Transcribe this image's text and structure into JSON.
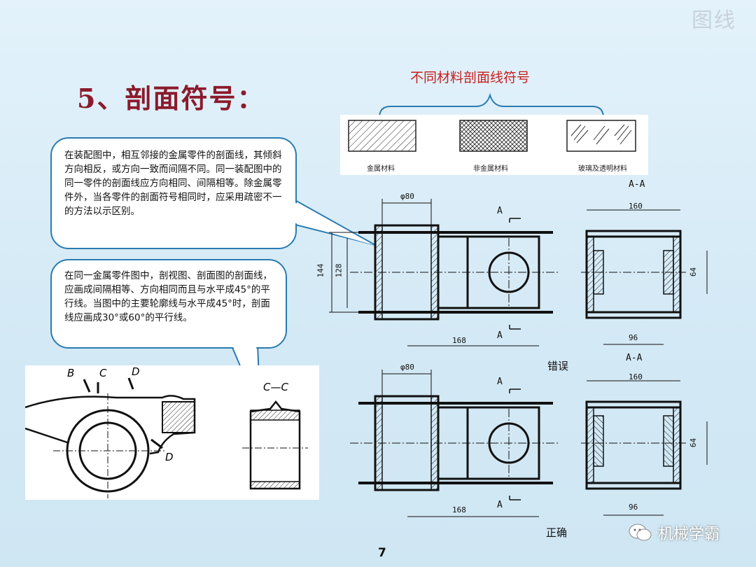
{
  "watermark": "图线",
  "title": "5、剖面符号：",
  "callout1": "在装配图中，相互邻接的金属零件的剖面线，其倾斜方向相反，或方向一致而间隔不同。同一装配图中的同一零件的剖面线应方向相同、间隔相等。除金属零件外，当各零件的剖面符号相同时，应采用疏密不一的方法以示区别。",
  "callout2": "在同一金属零件图中，剖视图、剖面图的剖面线，应画成间隔相等、方向相同而且与水平成45°的平行线。当图中的主要轮廓线与水平成45°时，剖面线应画成30°或60°的平行线。",
  "materials": {
    "title": "不同材料剖面线符号",
    "items": [
      "金属材料",
      "非金属材料",
      "玻璃及透明材料"
    ]
  },
  "rocker": {
    "labels": [
      "B",
      "C",
      "D",
      "D",
      "C—C"
    ]
  },
  "drawing_top": {
    "dims": [
      "φ80",
      "144",
      "128",
      "168",
      "160",
      "64",
      "96"
    ],
    "section": "A-A",
    "a_label": "A",
    "caption": "错误"
  },
  "drawing_bottom": {
    "dims": [
      "φ80",
      "168",
      "160",
      "64",
      "96"
    ],
    "section": "A-A",
    "a_label": "A",
    "caption": "正确"
  },
  "page_number": "7",
  "logo_text": "机械学霸"
}
